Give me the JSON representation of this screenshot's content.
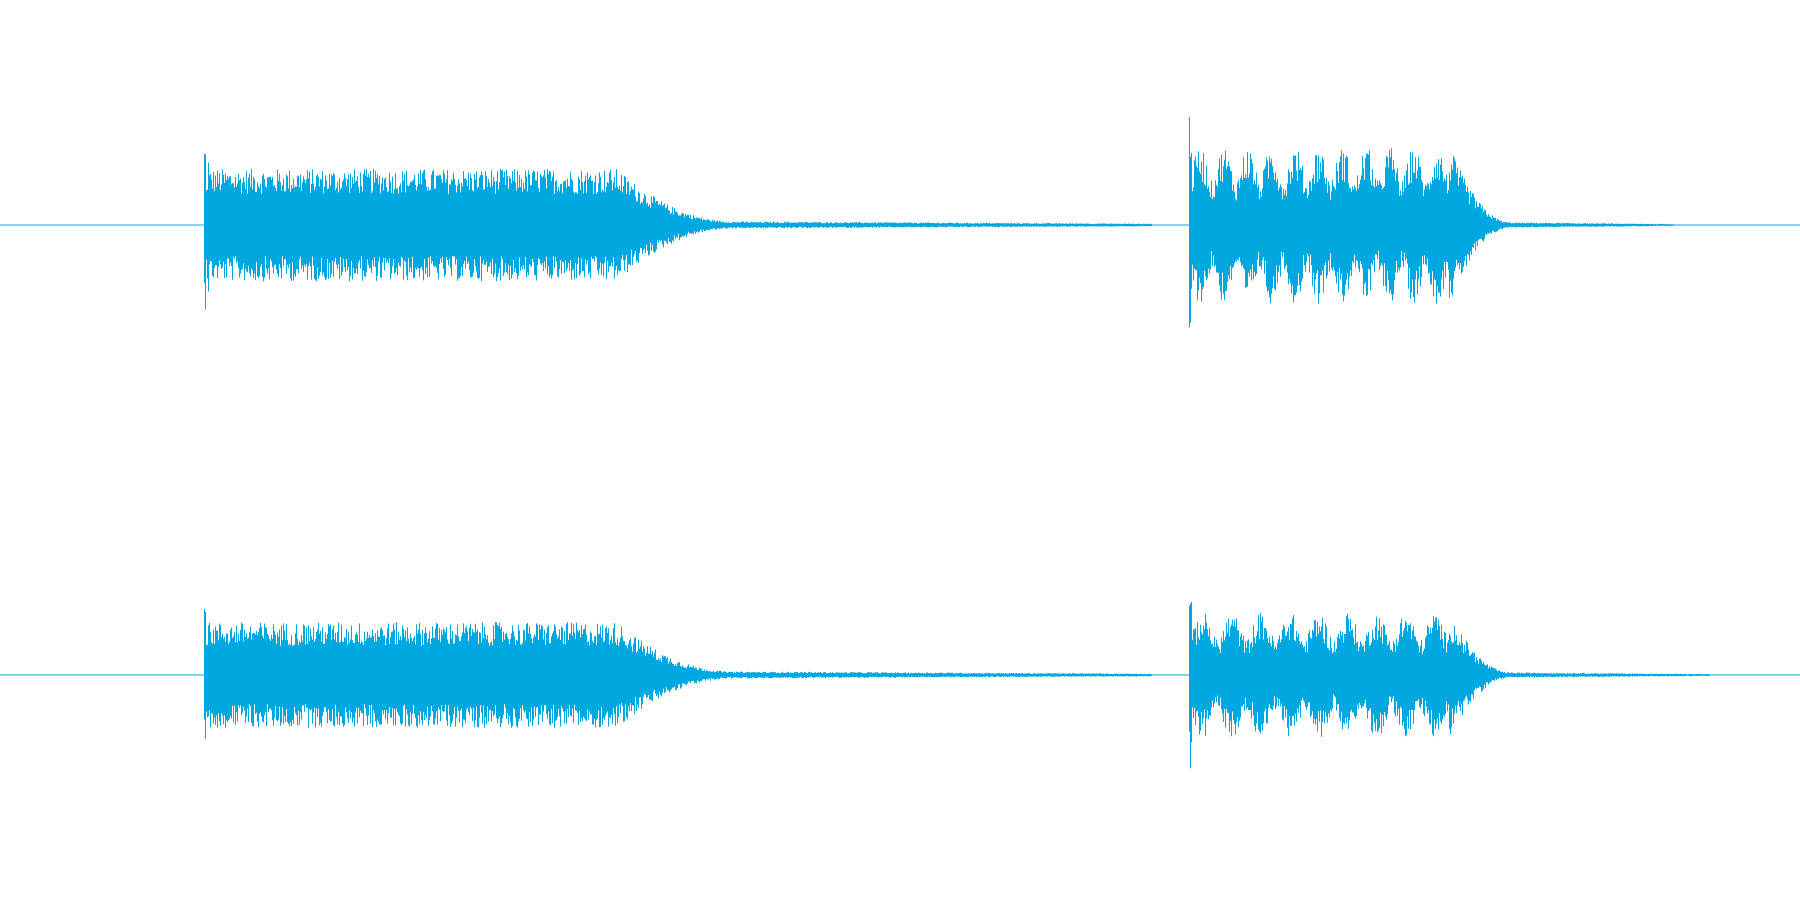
{
  "waveform": {
    "color": "#00a8e1",
    "background": "#ffffff",
    "duration_fraction_note": "",
    "channels": [
      {
        "name": "",
        "segments": [
          {
            "start": 0.113,
            "attack": 0.003,
            "sustain_end": 0.343,
            "decay_end": 0.41,
            "tail_end": 0.64,
            "peak": 0.48,
            "body": 0.32,
            "pulses": 0,
            "tail": 0.02
          },
          {
            "start": 0.66,
            "attack": 0.002,
            "sustain_end": 0.805,
            "decay_end": 0.84,
            "tail_end": 0.93,
            "peak": 0.66,
            "body": 0.45,
            "pulses": 11,
            "tail": 0.015
          }
        ]
      },
      {
        "name": "",
        "segments": [
          {
            "start": 0.113,
            "attack": 0.003,
            "sustain_end": 0.343,
            "decay_end": 0.41,
            "tail_end": 0.64,
            "peak": 0.46,
            "body": 0.3,
            "pulses": 0,
            "tail": 0.02
          },
          {
            "start": 0.66,
            "attack": 0.002,
            "sustain_end": 0.805,
            "decay_end": 0.84,
            "tail_end": 0.95,
            "peak": 0.54,
            "body": 0.36,
            "pulses": 9,
            "tail": 0.015
          }
        ]
      }
    ]
  }
}
